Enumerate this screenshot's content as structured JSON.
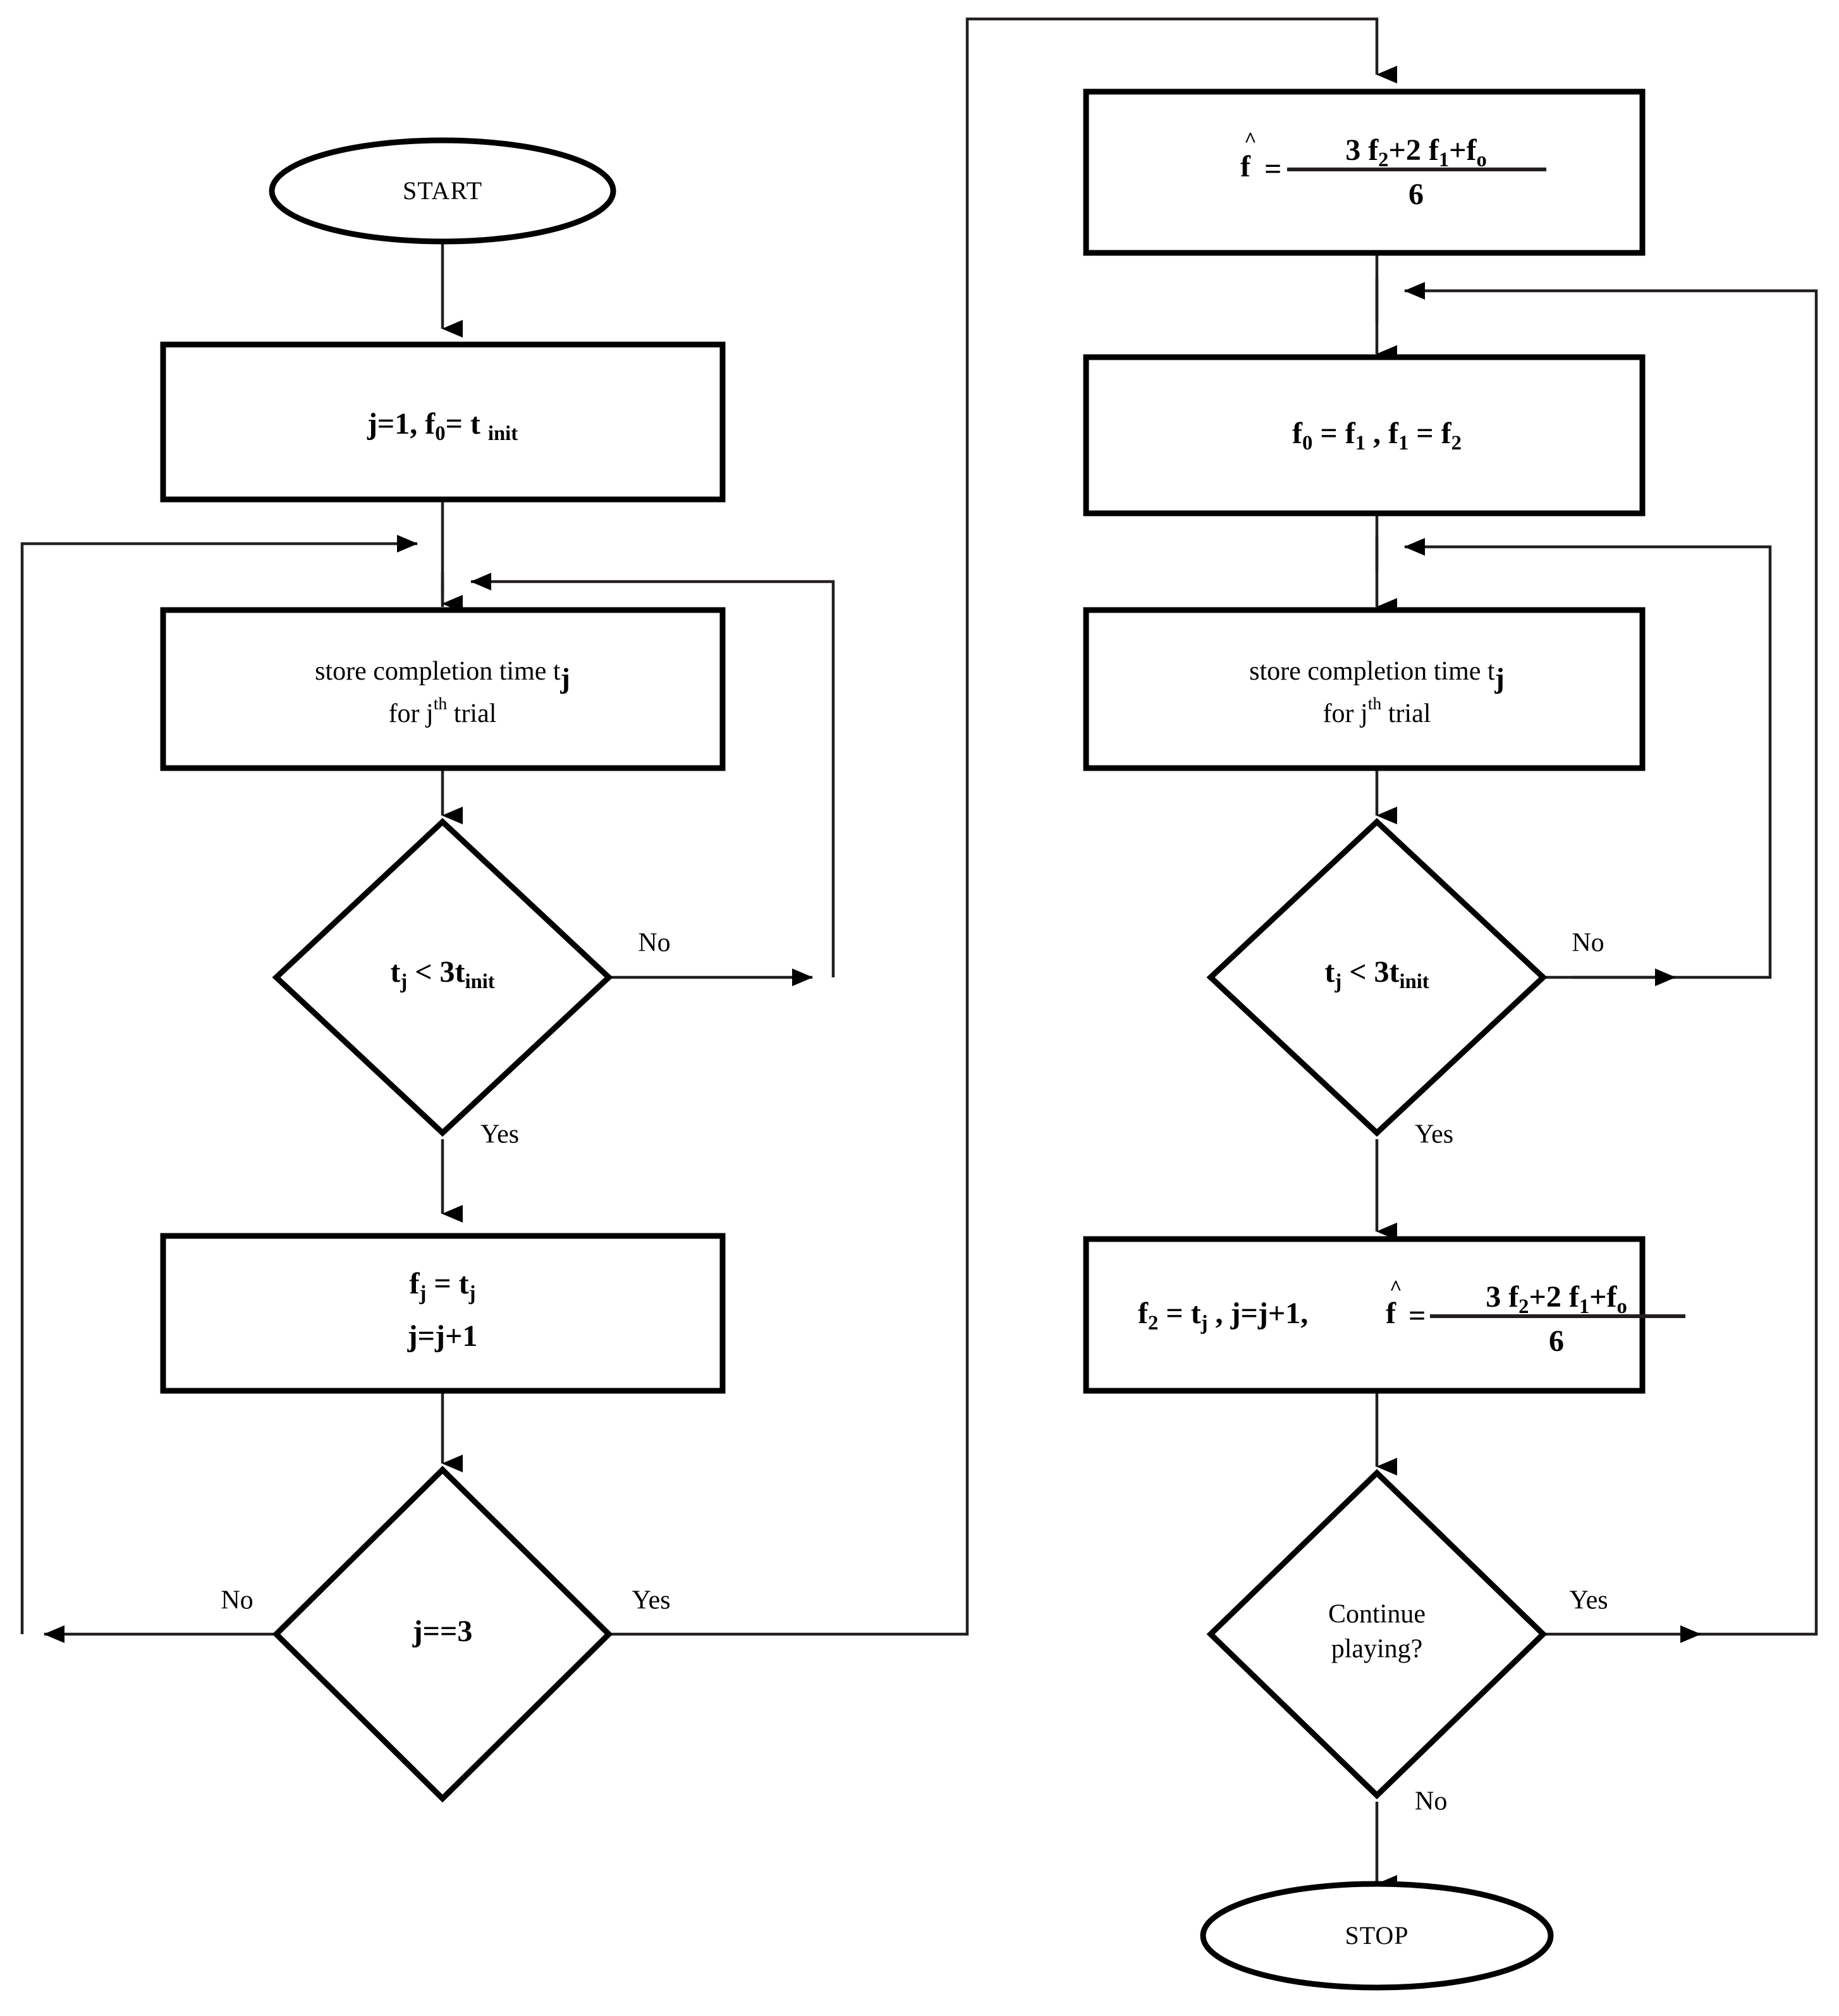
{
  "diagram": {
    "type": "flowchart",
    "title": "",
    "background_color": "#ffffff",
    "line_color": "#231f20",
    "shape_fill": "#ffffff",
    "shape_stroke": "#000000"
  },
  "nodes": {
    "start": {
      "shape": "terminator-ellipse",
      "label": "START"
    },
    "init": {
      "shape": "process-rect",
      "label": "j=1,  f₀= t init",
      "parts": {
        "lead": "j=1,  f",
        "sub1": "0",
        "mid": "= t ",
        "sub2": "init"
      }
    },
    "store_left": {
      "shape": "process-rect",
      "line1_a": "store completion time  t",
      "line1_sub": "j",
      "line2_a": "for j",
      "line2_sup": "th",
      "line2_b": " trial"
    },
    "decide_left_time": {
      "shape": "decision-diamond",
      "label_a": "t",
      "label_sub1": "j",
      "label_b": " < 3t",
      "label_sub2": "init",
      "branch_no": "No",
      "branch_yes": "Yes"
    },
    "assign_left": {
      "shape": "process-rect",
      "line1_a": "f",
      "line1_sub1": "j",
      "line1_b": " = t",
      "line1_sub2": "j",
      "line2": "j=j+1"
    },
    "decide_j3": {
      "shape": "decision-diamond",
      "label": "j==3",
      "branch_no": "No",
      "branch_yes": "Yes"
    },
    "fhat_top": {
      "shape": "process-rect",
      "lhs_a": "f",
      "lhs_hat": "^",
      "eq": "=",
      "numerator": "3 f₂+2 f₁+f₀",
      "num_parts": [
        "3 f",
        "2",
        "+2 f",
        "1",
        "+f",
        "o"
      ],
      "denominator": "6"
    },
    "shift": {
      "shape": "process-rect",
      "label": "f₀ = f₁ , f₁ = f₂",
      "parts": [
        "f",
        "0",
        " = f",
        "1",
        " , f",
        "1",
        " = f",
        "2"
      ]
    },
    "store_right": {
      "shape": "process-rect",
      "line1_a": "store completion time  t",
      "line1_sub": "j",
      "line2_a": "for j",
      "line2_sup": "th",
      "line2_b": " trial"
    },
    "decide_right_time": {
      "shape": "decision-diamond",
      "label_a": "t",
      "label_sub1": "j",
      "label_b": " < 3t",
      "label_sub2": "init",
      "branch_no": "No",
      "branch_yes": "Yes"
    },
    "update_right": {
      "shape": "process-rect",
      "seg1_a": "f",
      "seg1_sub": "2",
      "seg1_b": " = t",
      "seg1_sub2": "j",
      "seg2": " ,  j=j+1,  ",
      "lhs_a": "f",
      "lhs_hat": "^",
      "eq": "=",
      "numerator": "3 f₂+2 f₁+f₀",
      "denominator": "6"
    },
    "decide_continue": {
      "shape": "decision-diamond",
      "line1": "Continue",
      "line2": "playing?",
      "branch_yes": "Yes",
      "branch_no": "No"
    },
    "stop": {
      "shape": "terminator-ellipse",
      "label": "STOP"
    }
  },
  "edge_labels": {
    "left_time_no": "No",
    "left_time_yes": "Yes",
    "j3_no": "No",
    "j3_yes": "Yes",
    "right_time_no": "No",
    "right_time_yes": "Yes",
    "continue_yes": "Yes",
    "continue_no": "No"
  }
}
